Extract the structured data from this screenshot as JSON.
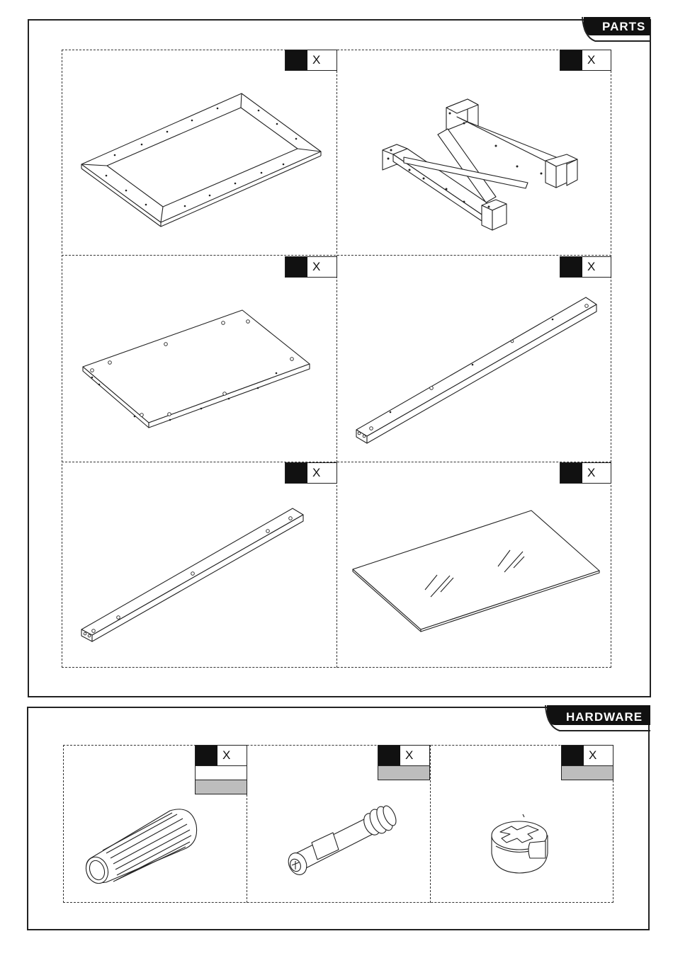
{
  "parts": {
    "tab_label": "PARTS",
    "items": [
      {
        "name": "frame",
        "qty_label": "X"
      },
      {
        "name": "base",
        "qty_label": "X"
      },
      {
        "name": "panel",
        "qty_label": "X"
      },
      {
        "name": "long-rail",
        "qty_label": "X"
      },
      {
        "name": "rail",
        "qty_label": "X"
      },
      {
        "name": "glass",
        "qty_label": "X"
      }
    ]
  },
  "hardware": {
    "tab_label": "HARDWARE",
    "items": [
      {
        "name": "dowel",
        "qty_label": "X"
      },
      {
        "name": "cam-bolt",
        "qty_label": "X"
      },
      {
        "name": "cam-lock",
        "qty_label": "X"
      }
    ]
  },
  "colors": {
    "tab": "#111111",
    "swatch": "#bdbdbd"
  }
}
